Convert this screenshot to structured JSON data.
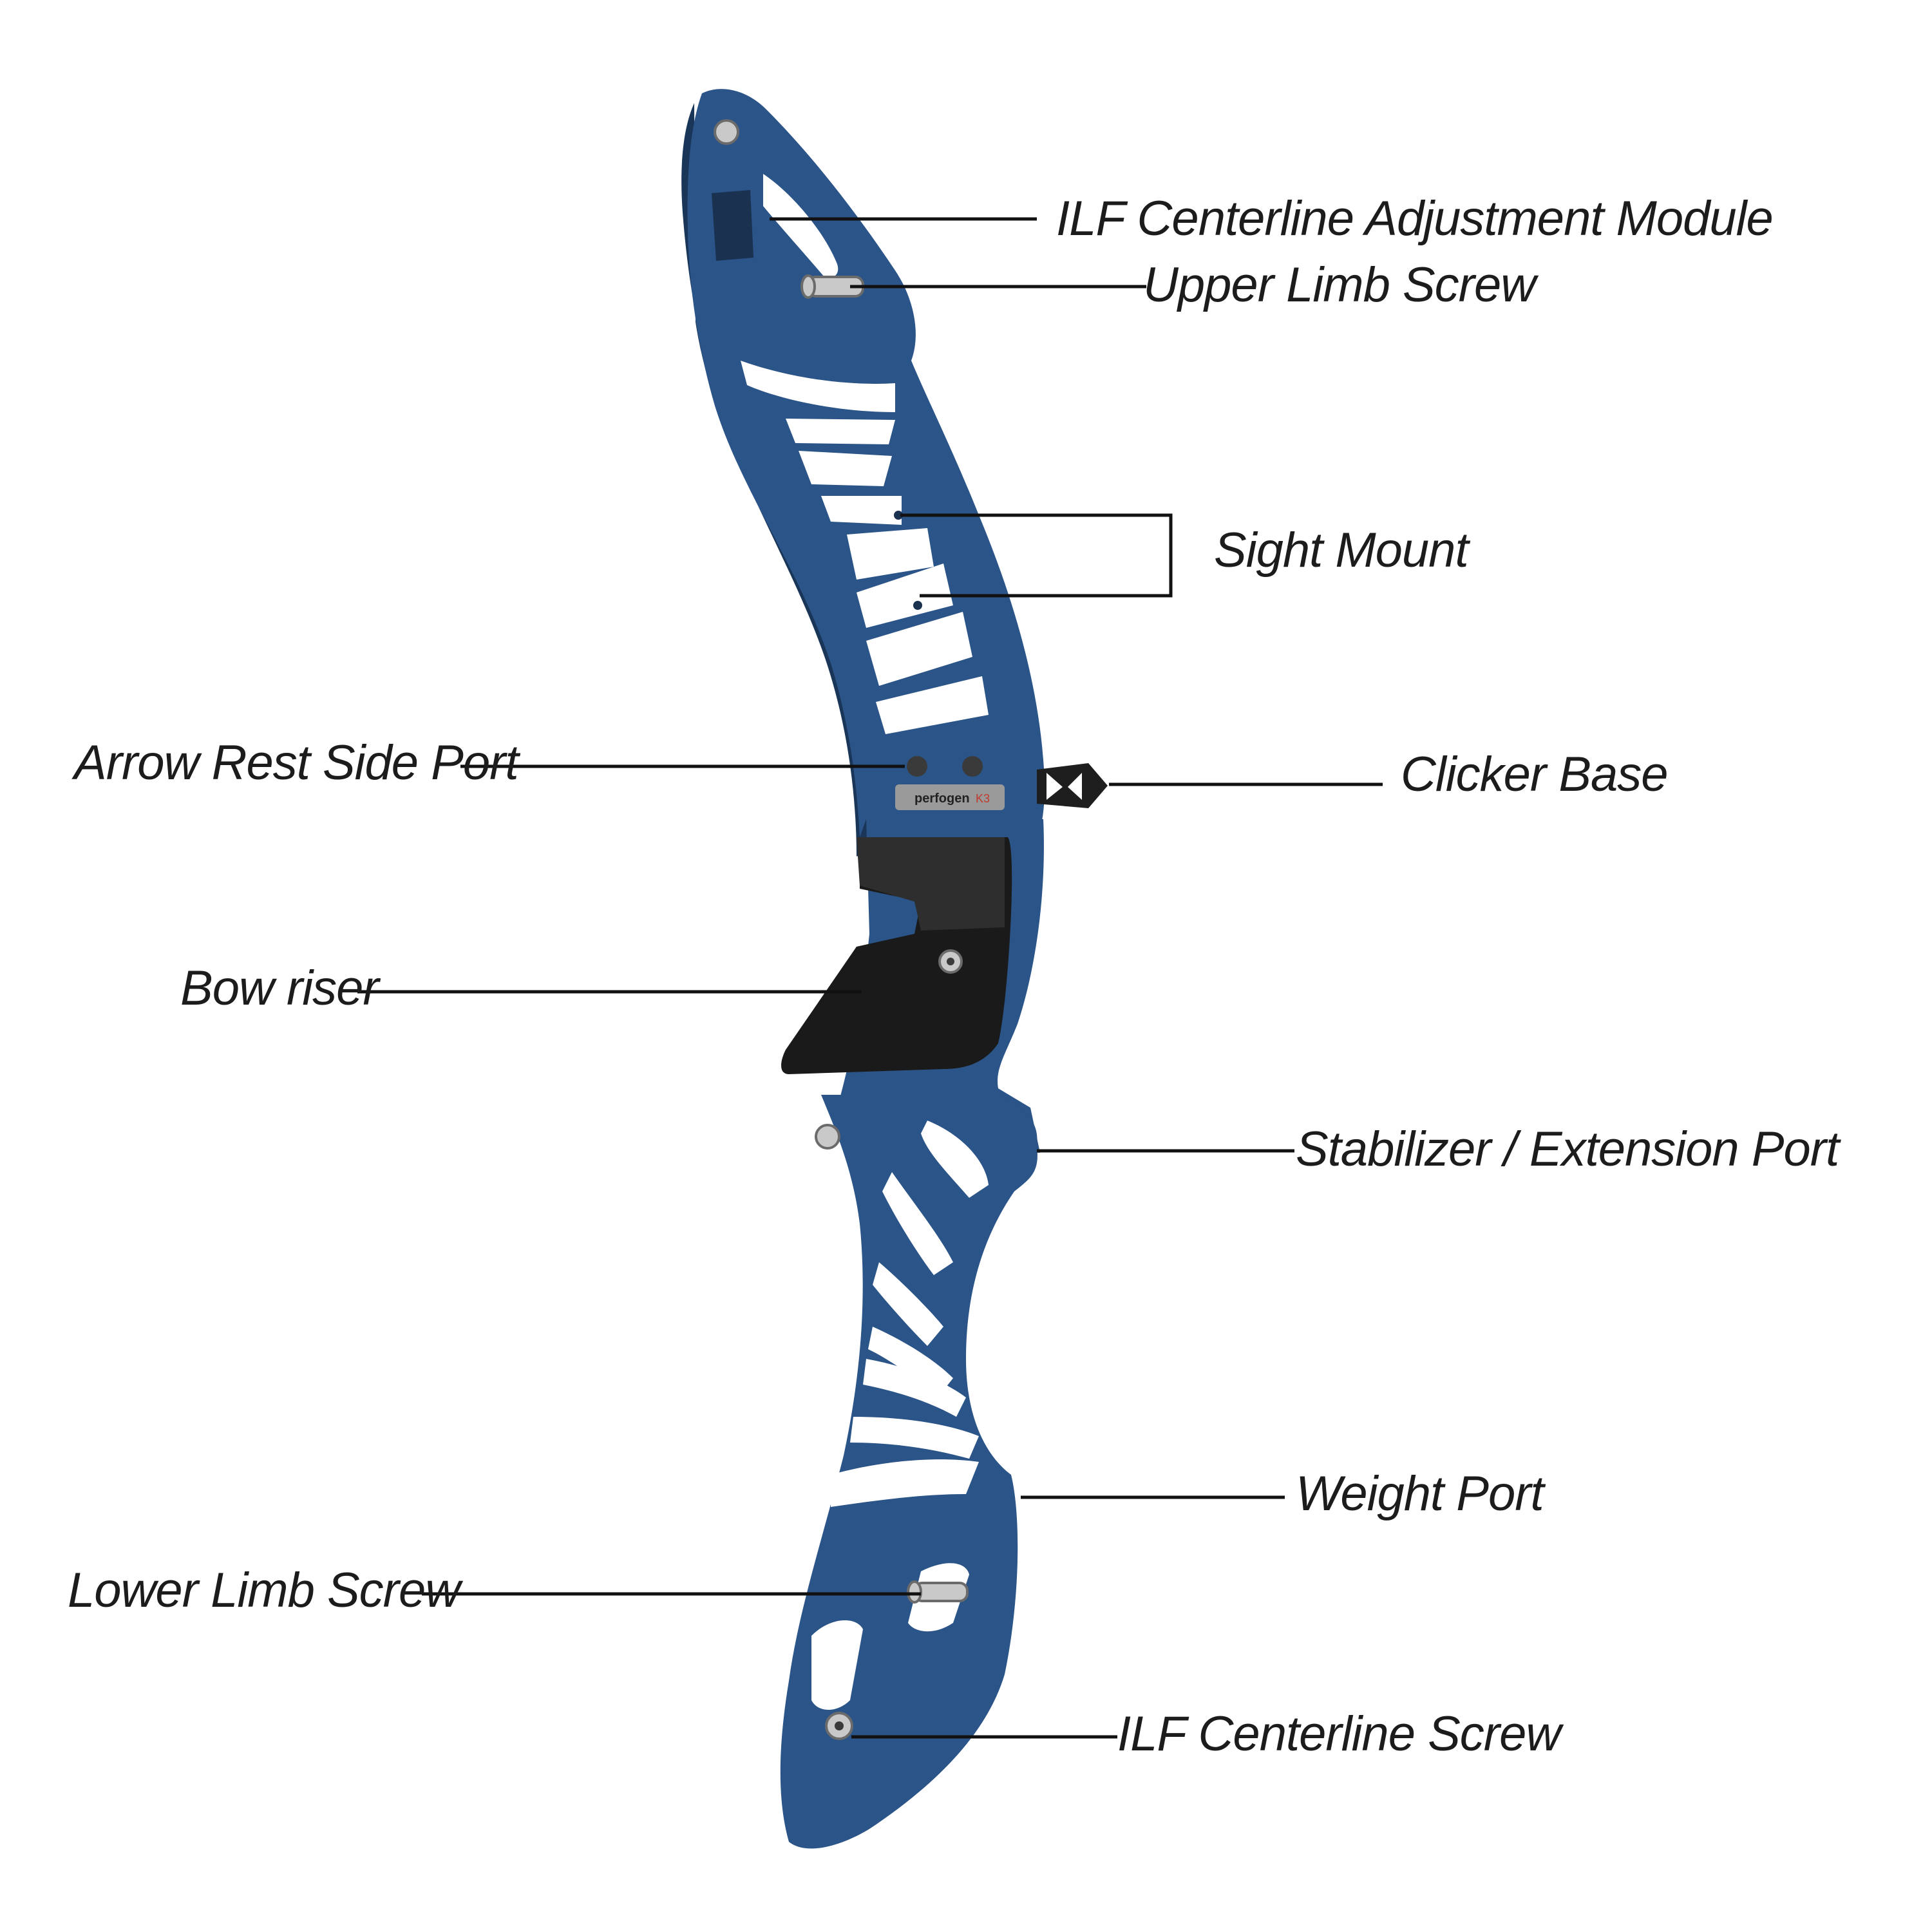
{
  "labels": {
    "ilf_adjustment_module": "ILF Centerline Adjustment Module",
    "upper_limb_screw": "Upper Limb Screw",
    "sight_mount": "Sight Mount",
    "arrow_rest_side_port": "Arrow Rest Side Port",
    "clicker_base": "Clicker Base",
    "bow_riser": "Bow riser",
    "stabilizer_port": "Stabilizer / Extension Port",
    "weight_port": "Weight Port",
    "lower_limb_screw": "Lower Limb Screw",
    "ilf_centerline_screw": "ILF Centerline Screw"
  },
  "brand_plate": {
    "brand": "perfogen",
    "model": "K3"
  },
  "colors": {
    "riser_blue": "#2b5488",
    "riser_shadow": "#193659",
    "grip_black": "#1a1a1a",
    "hardware_silver": "#c9c9c9",
    "label_text": "#1c1c1c"
  }
}
